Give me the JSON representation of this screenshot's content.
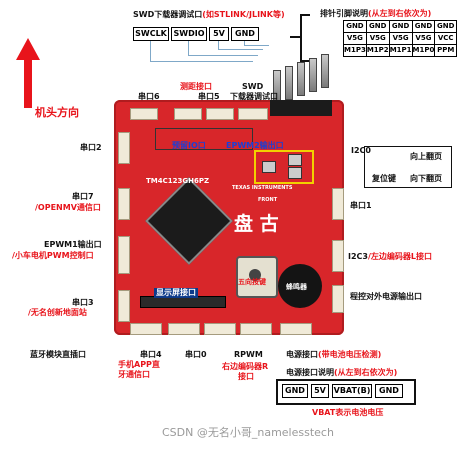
{
  "swd_title": {
    "prefix": "SWD下载器调试口",
    "suffix": "(如STLINK/JLINK等)"
  },
  "swd_pins": [
    "SWCLK",
    "SWDIO",
    "5V",
    "GND"
  ],
  "pin_header": {
    "title_prefix": "排针引脚说明",
    "title_suffix": "(从左到右依次为)",
    "rows": [
      [
        "GND",
        "GND",
        "GND",
        "GND",
        "GND"
      ],
      [
        "V5G",
        "V5G",
        "V5G",
        "V5G",
        "VCC"
      ],
      [
        "M1P3",
        "M1P2",
        "M1P1",
        "M1P0",
        "PPM"
      ]
    ]
  },
  "direction_label": "机头方向",
  "labels": {
    "uart6": "串口6",
    "test_port": "测距接口",
    "uart5": "串口5",
    "swd_small": "SWD",
    "swd_small2": "下载器调试口",
    "uart2": "串口2",
    "reserved_io": "预留IO口",
    "epwm2": "EPWM2输出口",
    "i2c0": "I2C0",
    "page_up": "向上翻页",
    "reset_key": "复位键",
    "page_down": "向下翻页",
    "uart7": "串口7",
    "uart7_sub": "/OPENMV通信口",
    "uart1": "串口1",
    "epwm1_out": "EPWM1输出口",
    "epwm1_sub": "/小车电机PWM控制口",
    "i2c3": "I2C3",
    "i2c3_sub": "/左边编码器L接口",
    "five_way": "五向按键",
    "buzzer": "蜂鸣器",
    "prog_power": "程控对外电源输出口",
    "display": "显示屏接口",
    "uart3": "串口3",
    "uart3_sub": "/无名创新地面站",
    "bt_port": "蓝牙模块直插口",
    "uart4": "串口4",
    "app_port": "手机APP直",
    "app_port2": "牙通信口",
    "uart0": "串口0",
    "rpwm": "RPWM",
    "right_encoder": "右边编码器R",
    "right_encoder2": "接口",
    "power_port": "电源接口",
    "power_port_sub": "(带电池电压检测)",
    "power_desc_prefix": "电源接口说明",
    "power_desc_suffix": "(从左到右依次为)",
    "vbat_note": "VBAT表示电池电压",
    "board_logo": "盘 古",
    "board_text": "TM4C123GH6PZ",
    "board_brand": "TEXAS INSTRUMENTS",
    "front": "FRONT",
    "watermark": "CSDN @无名小哥_namelesstech"
  },
  "power_pins": [
    "GND",
    "5V",
    "VBAT(B)",
    "GND"
  ],
  "colors": {
    "board": "#d8262a",
    "label_red": "#e8141b",
    "label_blue": "#1a3fd6",
    "highlight": "#f2d100"
  }
}
